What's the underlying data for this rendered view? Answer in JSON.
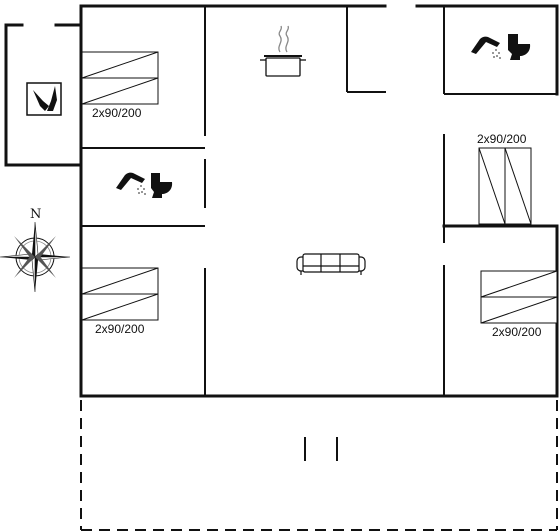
{
  "plan": {
    "bed_labels": {
      "bedroom_1": "2x90/200",
      "bedroom_2": "2x90/200",
      "bedroom_3": "2x90/200",
      "bedroom_4": "2x90/200"
    },
    "compass": {
      "north_label": "N"
    },
    "icons": {
      "annex": "utility-tools-icon",
      "kitchen": "cooking-pot-icon",
      "bathroom_1": "shower-toilet-icon",
      "bathroom_2": "shower-toilet-icon",
      "living": "sofa-icon"
    },
    "colors": {
      "wall": "#111111",
      "background": "#ffffff"
    }
  }
}
